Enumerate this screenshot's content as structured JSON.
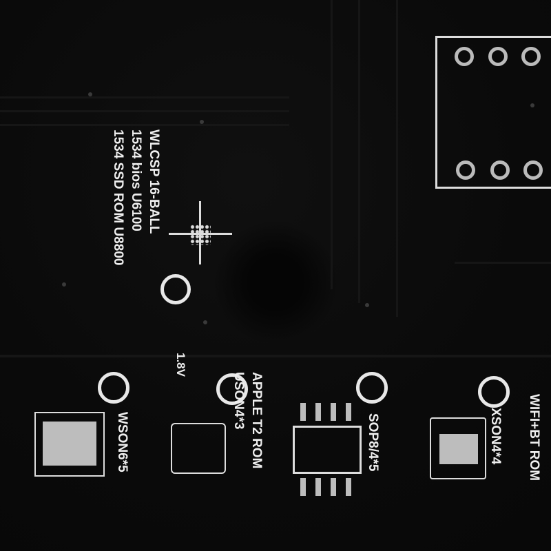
{
  "labels": {
    "wlcsp_line1": "WLCSP 16-BALL",
    "wlcsp_line2": "1534 bios U6100",
    "wlcsp_line3": "1534 SSD ROM U8800",
    "voltage": "1.8V",
    "wson": "WSON6*5",
    "apple_line1": "APPLE T2 ROM",
    "apple_line2": "USON4*3",
    "sop": "SOP8/4*5",
    "xson": "XSON4*4",
    "wifi": "WIFI+BT ROM"
  },
  "colors": {
    "board": "#0b0b0b",
    "silkscreen": "#eeeeee"
  }
}
